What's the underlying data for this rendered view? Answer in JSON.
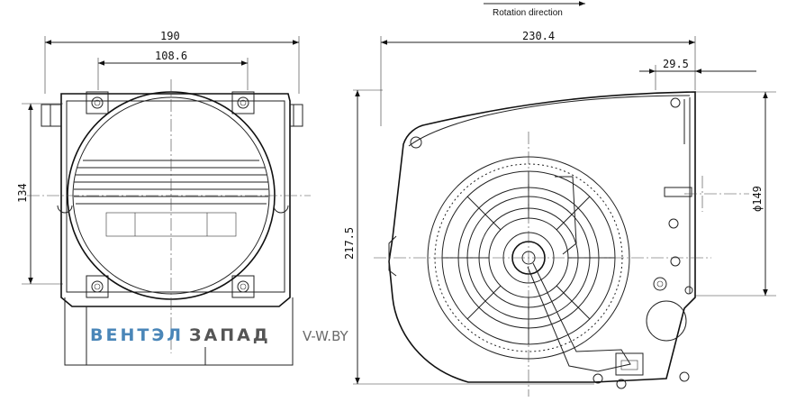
{
  "rotation_label": "Rotation direction",
  "dimensions": {
    "front_width": "190",
    "front_inlet_width": "108.6",
    "front_height": "134",
    "side_width": "230.4",
    "side_outlet_offset": "29.5",
    "side_height": "217.5",
    "side_outlet_diameter": "ϕ149"
  },
  "watermark": {
    "part1": "ВЕНТЭЛ",
    "part2": "ЗАПАД",
    "site": "V-W.BY",
    "color1": "#4a86b8",
    "color2": "#555555",
    "color_site": "#6a6a6a"
  }
}
